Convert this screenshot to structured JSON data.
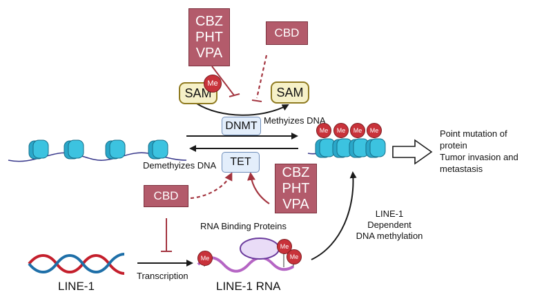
{
  "drug_boxes": {
    "top_left": [
      "CBZ",
      "PHT",
      "VPA"
    ],
    "top_right": "CBD",
    "mid_right": [
      "CBZ",
      "PHT",
      "VPA"
    ],
    "mid_left": "CBD"
  },
  "sam": {
    "left": "SAM",
    "right": "SAM",
    "me": "Me"
  },
  "enzymes": {
    "dnmt": "DNMT",
    "tet": "TET"
  },
  "arrows": {
    "methylates": "Methyizes DNA",
    "demethylates": "Demethyizes DNA"
  },
  "outcome": {
    "line1": "Point mutation of",
    "line2": "protein",
    "line3": "Tumor invasion and",
    "line4": "metastasis"
  },
  "line1_dep": {
    "a": "LINE-1",
    "b": "Dependent",
    "c": "DNA methylation"
  },
  "rna": {
    "binding_proteins": "RNA Binding Proteins",
    "line1_rna": "LINE-1 RNA"
  },
  "dna": {
    "line1": "LINE-1",
    "transcription": "Transcription"
  },
  "colors": {
    "drug_fill": "#b35b6b",
    "inhibit": "#a3343f",
    "nucleosome": "#33b8d6",
    "dna_red": "#c41f2c",
    "dna_blue": "#1e6fa8",
    "rna": "#b565c4",
    "methyl": "#c8323a"
  }
}
